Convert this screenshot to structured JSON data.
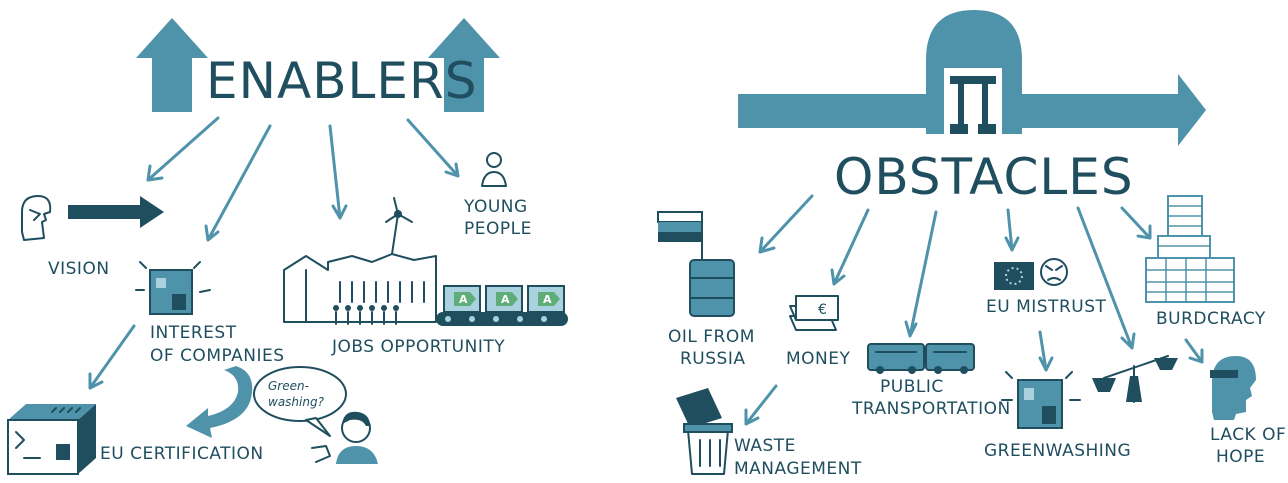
{
  "enablers": {
    "title": "ENABLERS",
    "items": {
      "vision": "VISION",
      "interest_line1": "INTEREST",
      "interest_line2": "OF COMPANIES",
      "jobs": "JOBS OPPORTUNITY",
      "young_line1": "YOUNG",
      "young_line2": "PEOPLE",
      "eu_cert": "EU CERTIFICATION",
      "bubble_line1": "Green-",
      "bubble_line2": "washing?",
      "energy_label": "A"
    }
  },
  "obstacles": {
    "title": "OBSTACLES",
    "items": {
      "oil_line1": "OIL FROM",
      "oil_line2": "RUSSIA",
      "money": "MONEY",
      "money_symbol": "€",
      "public_line1": "PUBLIC",
      "public_line2": "TRANSPORTATION",
      "mistrust": "EU MISTRUST",
      "burocracy": "BURDCRACY",
      "waste_line1": "WASTE",
      "waste_line2": "MANAGEMENT",
      "greenwashing": "GREENWASHING",
      "hope_line1": "LACK OF",
      "hope_line2": "HOPE"
    }
  },
  "colors": {
    "teal": "#4f93ab",
    "dark": "#1f4e5f",
    "light": "#a9d2de",
    "green": "#5fae7a"
  }
}
